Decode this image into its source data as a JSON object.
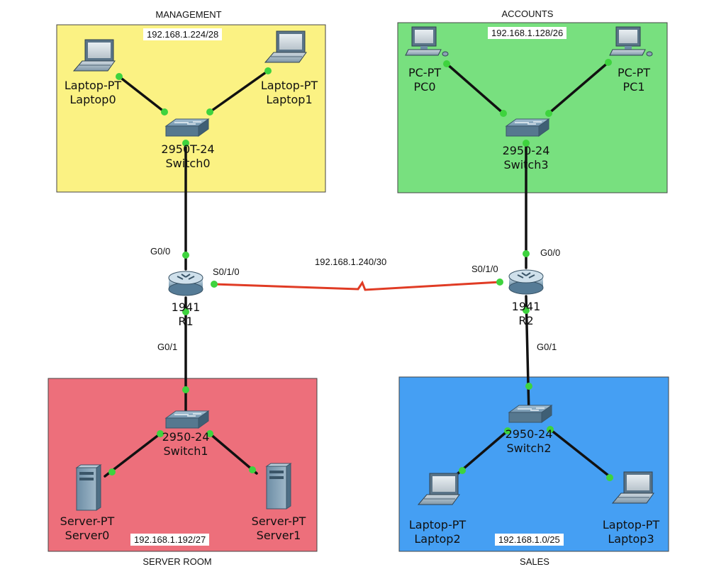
{
  "areas": {
    "management": {
      "title": "MANAGEMENT",
      "subnet": "192.168.1.224/28",
      "fill": "#fbf283"
    },
    "accounts": {
      "title": "ACCOUNTS",
      "subnet": "192.168.1.128/26",
      "fill": "#78e07f"
    },
    "server_room": {
      "title": "SERVER ROOM",
      "subnet": "192.168.1.192/27",
      "fill": "#ed6f7b"
    },
    "sales": {
      "title": "SALES",
      "subnet": "192.168.1.0/25",
      "fill": "#459ff3"
    }
  },
  "devices": {
    "laptop0": {
      "model": "Laptop-PT",
      "name": "Laptop0",
      "icon": "laptop-icon"
    },
    "laptop1": {
      "model": "Laptop-PT",
      "name": "Laptop1",
      "icon": "laptop-icon"
    },
    "pc0": {
      "model": "PC-PT",
      "name": "PC0",
      "icon": "pc-icon"
    },
    "pc1": {
      "model": "PC-PT",
      "name": "PC1",
      "icon": "pc-icon"
    },
    "switch0": {
      "model": "2950T-24",
      "name": "Switch0",
      "icon": "switch-icon"
    },
    "switch3": {
      "model": "2950-24",
      "name": "Switch3",
      "icon": "switch-icon"
    },
    "switch1": {
      "model": "2950-24",
      "name": "Switch1",
      "icon": "switch-icon"
    },
    "switch2": {
      "model": "2950-24",
      "name": "Switch2",
      "icon": "switch-icon"
    },
    "r1": {
      "model": "1941",
      "name": "R1",
      "icon": "router-icon"
    },
    "r2": {
      "model": "1941",
      "name": "R2",
      "icon": "router-icon"
    },
    "server0": {
      "model": "Server-PT",
      "name": "Server0",
      "icon": "server-icon"
    },
    "server1": {
      "model": "Server-PT",
      "name": "Server1",
      "icon": "server-icon"
    },
    "laptop2": {
      "model": "Laptop-PT",
      "name": "Laptop2",
      "icon": "laptop-icon"
    },
    "laptop3": {
      "model": "Laptop-PT",
      "name": "Laptop3",
      "icon": "laptop-icon"
    }
  },
  "ports": {
    "r1_g00": "G0/0",
    "r1_s010": "S0/1/0",
    "r1_g01": "G0/1",
    "r2_g00": "G0/0",
    "r2_s010": "S0/1/0",
    "r2_g01": "G0/1"
  },
  "wan": {
    "subnet": "192.168.1.240/30",
    "color": "#e03b24"
  },
  "colors": {
    "link": "#111111",
    "port_dot": "#3ed33e",
    "serial": "#e03b24"
  }
}
